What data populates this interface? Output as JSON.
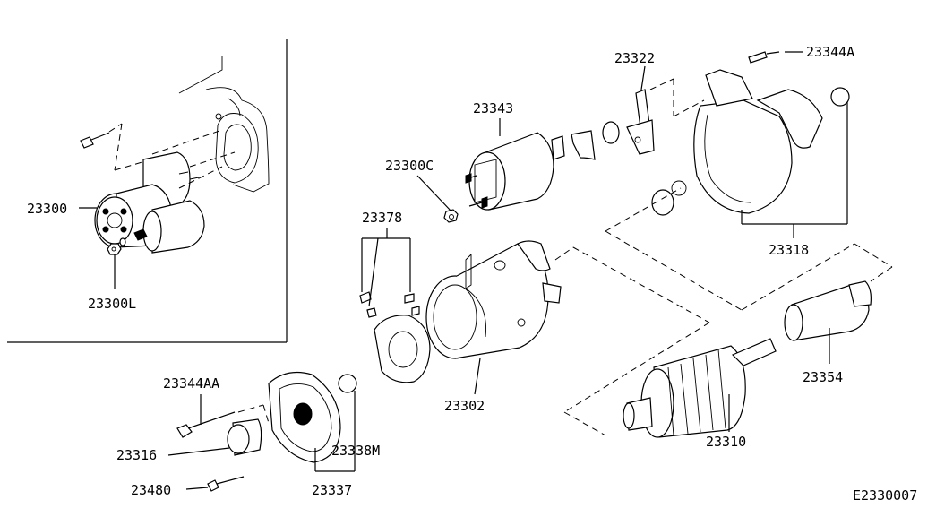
{
  "diagram_code": "E2330007",
  "labels": {
    "p23300": "23300",
    "p23300L": "23300L",
    "p23344AA": "23344AA",
    "p23316": "23316",
    "p23480": "23480",
    "p23337": "23337",
    "p23338M": "23338M",
    "p23378": "23378",
    "p23300C": "23300C",
    "p23343": "23343",
    "p23302": "23302",
    "p23322": "23322",
    "p23344A": "23344A",
    "p23318": "23318",
    "p23354": "23354",
    "p23310": "23310"
  }
}
